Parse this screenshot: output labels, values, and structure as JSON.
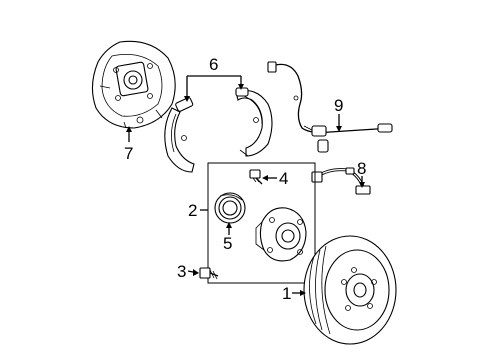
{
  "callouts": {
    "c1": "1",
    "c2": "2",
    "c3": "3",
    "c4": "4",
    "c5": "5",
    "c6": "6",
    "c7": "7",
    "c8": "8",
    "c9": "9"
  },
  "parts": [
    {
      "callout": "1",
      "icon": "brake-drum-icon"
    },
    {
      "callout": "2",
      "icon": "hub-bearing-assembly-group"
    },
    {
      "callout": "3",
      "icon": "bleeder-screw-icon"
    },
    {
      "callout": "4",
      "icon": "hub-bolt-icon"
    },
    {
      "callout": "5",
      "icon": "wheel-bearing-icon"
    },
    {
      "callout": "6",
      "icon": "brake-shoes-icon"
    },
    {
      "callout": "7",
      "icon": "backing-plate-icon"
    },
    {
      "callout": "8",
      "icon": "brake-hose-icon"
    },
    {
      "callout": "9",
      "icon": "abs-sensor-wire-icon"
    }
  ]
}
